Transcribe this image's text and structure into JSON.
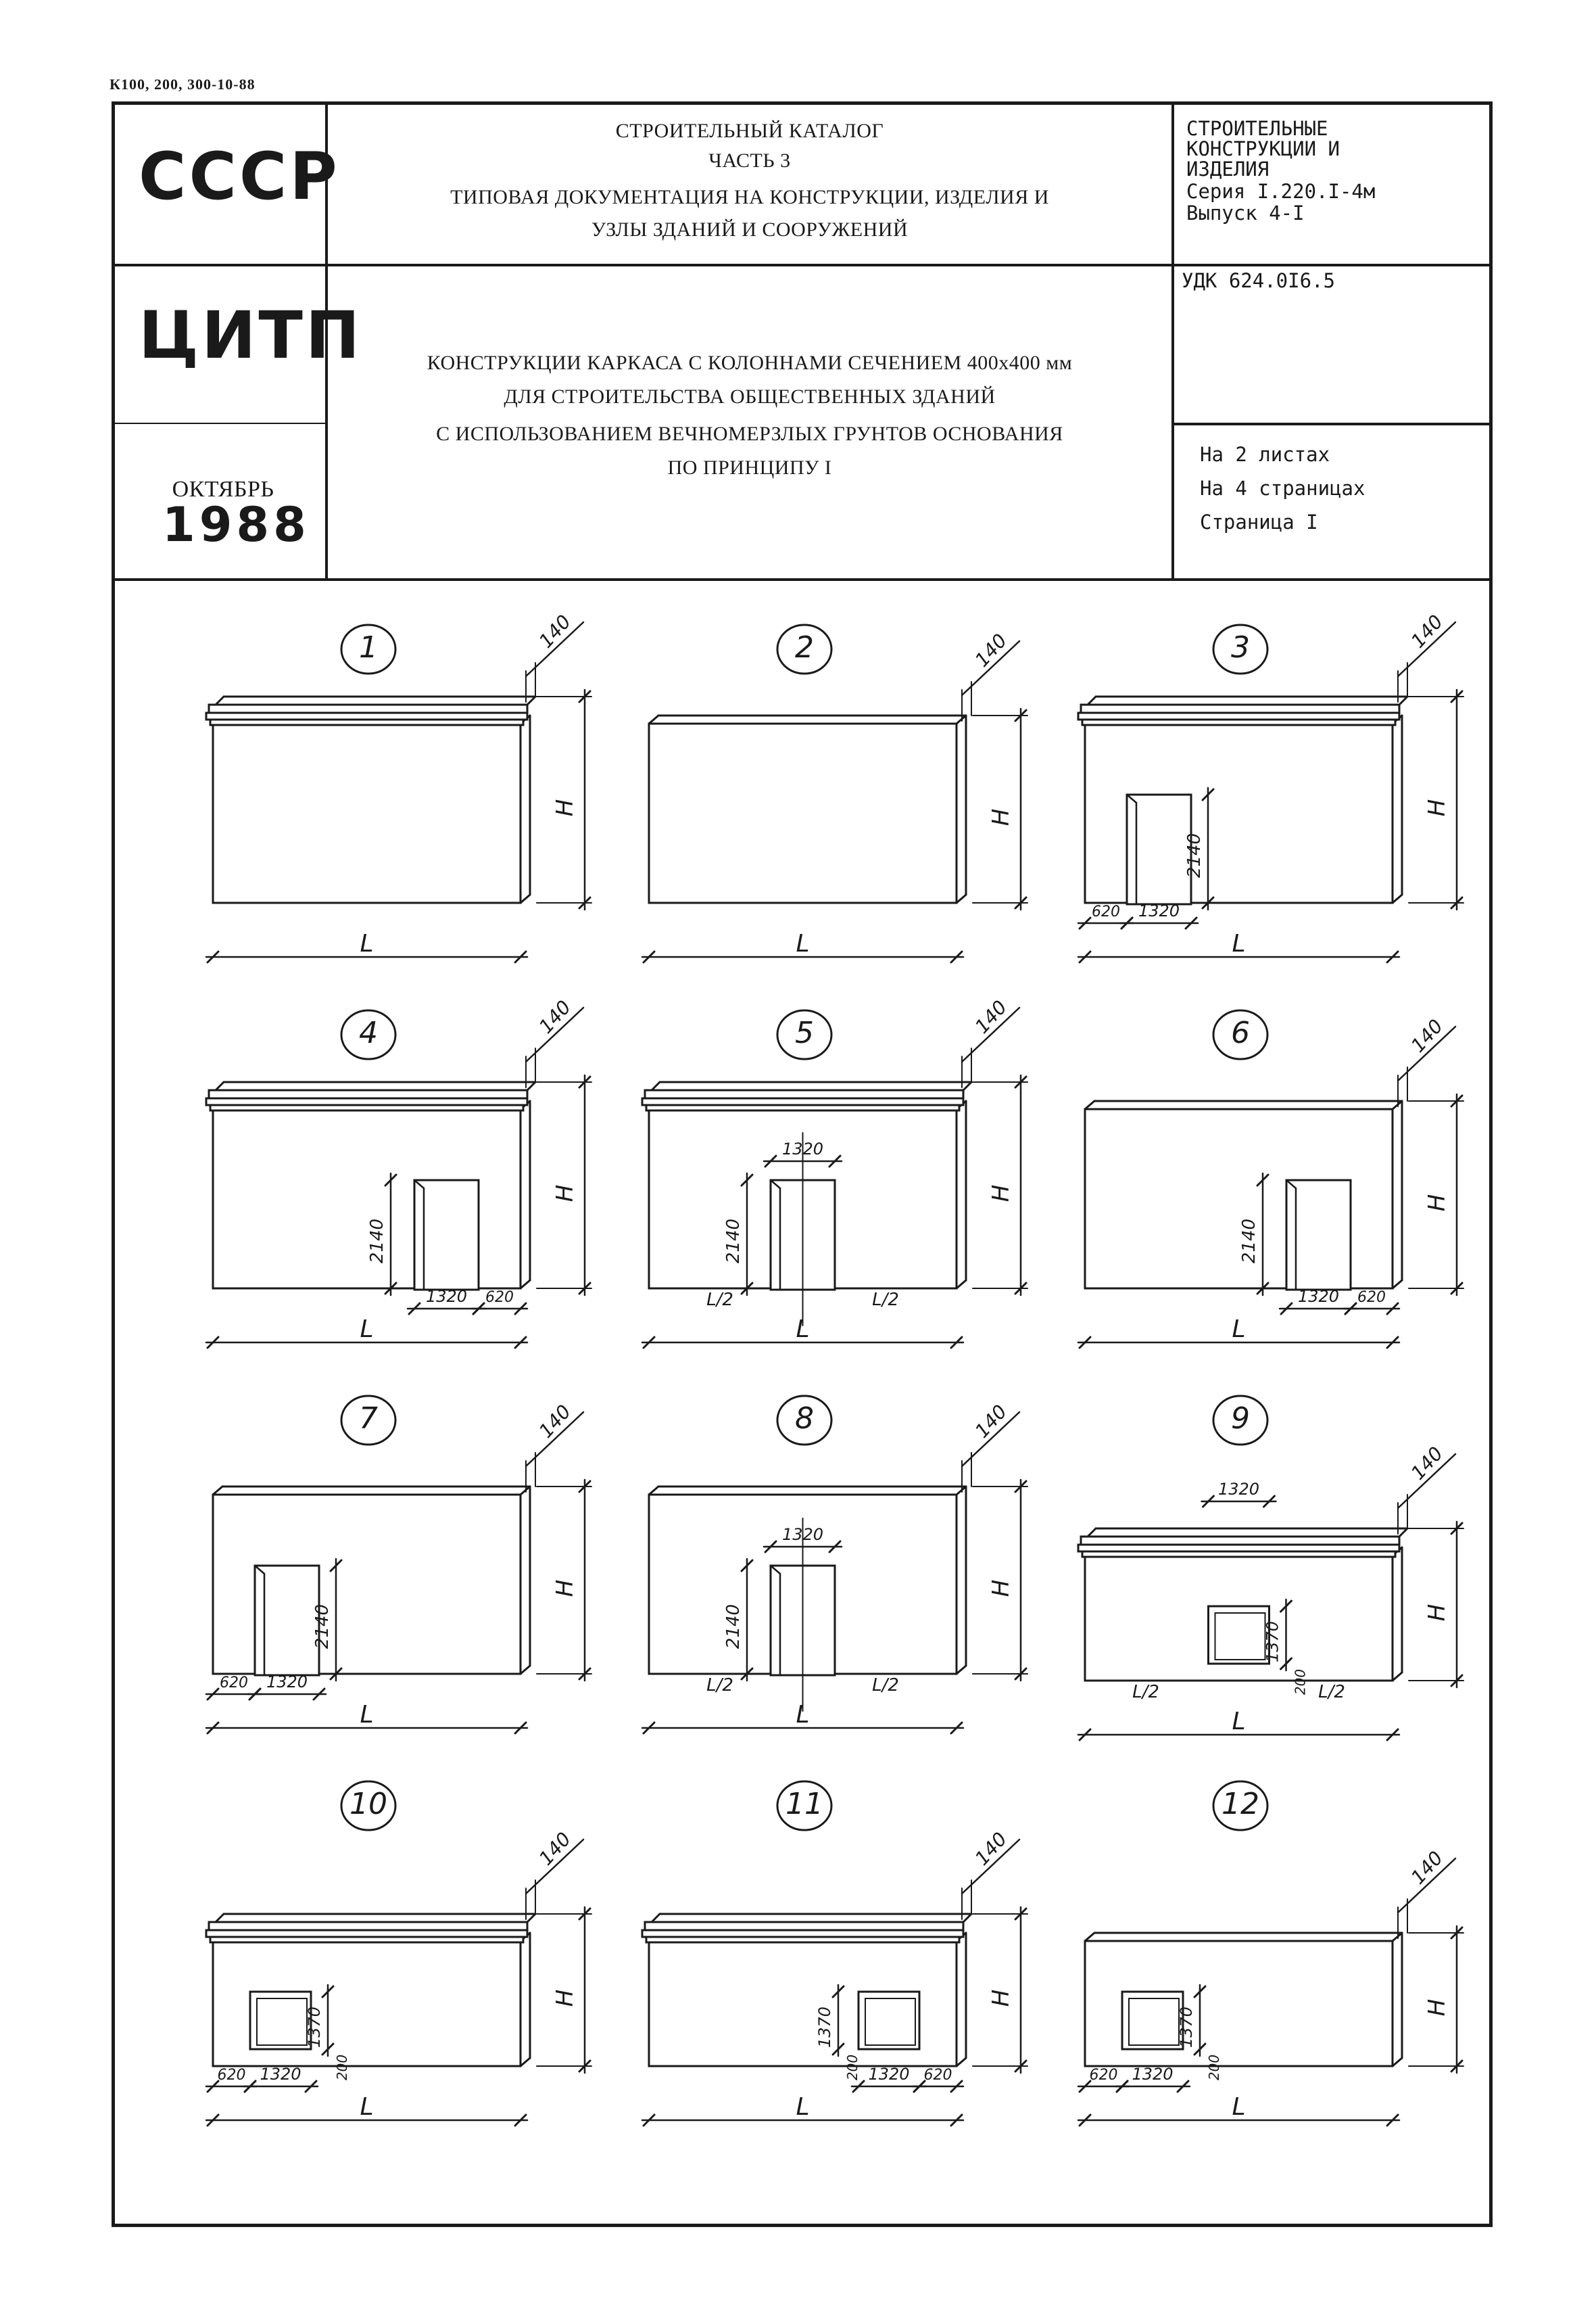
{
  "doc_code": "К100, 200, 300-10-88",
  "header": {
    "org1": "СССР",
    "org2": "ЦИТП",
    "month": "ОКТЯБРЬ",
    "year": "1988",
    "catalog_lines": [
      "СТРОИТЕЛЬНЫЙ КАТАЛОГ",
      "ЧАСТЬ 3",
      "ТИПОВАЯ ДОКУМЕНТАЦИЯ НА КОНСТРУКЦИИ, ИЗДЕЛИЯ И",
      "УЗЛЫ ЗДАНИЙ И СООРУЖЕНИЙ"
    ],
    "series_lines": [
      "СТРОИТЕЛЬНЫЕ",
      "КОНСТРУКЦИИ И",
      "ИЗДЕЛИЯ",
      "Серия I.220.I-4м",
      "Выпуск 4-I"
    ],
    "title_lines": [
      "КОНСТРУКЦИИ КАРКАСА С КОЛОННАМИ СЕЧЕНИЕМ 400х400 мм",
      "ДЛЯ СТРОИТЕЛЬСТВА ОБЩЕСТВЕННЫХ ЗДАНИЙ",
      "С ИСПОЛЬЗОВАНИЕМ ВЕЧНОМЕРЗЛЫХ ГРУНТОВ ОСНОВАНИЯ",
      "ПО ПРИНЦИПУ I"
    ],
    "udk": "УДК 624.0I6.5",
    "sheet_lines": [
      "На 2 листах",
      "На 4 страницах",
      "Страница I"
    ]
  },
  "dims": {
    "thickness": "140",
    "height": "H",
    "length": "L",
    "half": "L/2",
    "door_h": "2140",
    "opening_w": "1320",
    "edge": "620",
    "window_h": "1370",
    "sill": "200"
  },
  "panels": [
    {
      "number": "1",
      "cornice": true,
      "opening": "none"
    },
    {
      "number": "2",
      "cornice": false,
      "opening": "none"
    },
    {
      "number": "3",
      "cornice": true,
      "opening": "door-left"
    },
    {
      "number": "4",
      "cornice": true,
      "opening": "door-right"
    },
    {
      "number": "5",
      "cornice": true,
      "opening": "door-center"
    },
    {
      "number": "6",
      "cornice": false,
      "opening": "door-right"
    },
    {
      "number": "7",
      "cornice": false,
      "opening": "door-left"
    },
    {
      "number": "8",
      "cornice": false,
      "opening": "door-center"
    },
    {
      "number": "9",
      "cornice": true,
      "opening": "window-center"
    },
    {
      "number": "10",
      "cornice": true,
      "opening": "window-left"
    },
    {
      "number": "11",
      "cornice": true,
      "opening": "window-right"
    },
    {
      "number": "12",
      "cornice": false,
      "opening": "window-left"
    }
  ]
}
